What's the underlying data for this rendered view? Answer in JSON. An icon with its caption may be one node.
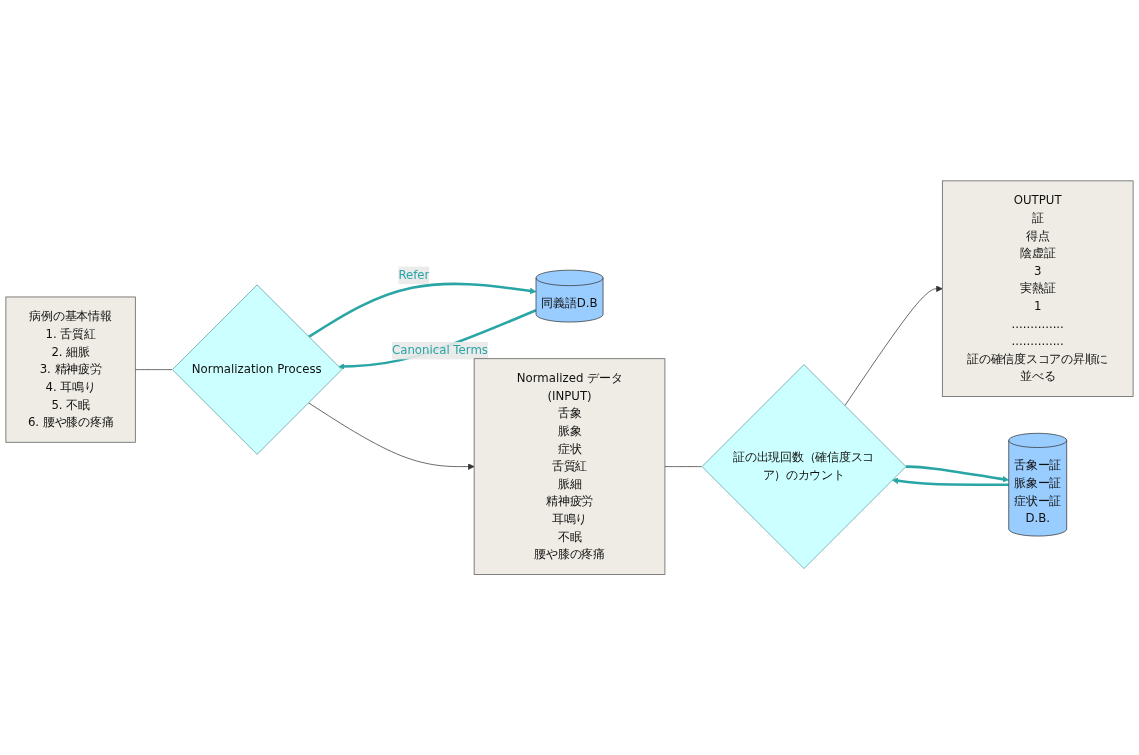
{
  "diagram": {
    "nodes": [
      {
        "text": [
          "病例の基本情報",
          "1. 舌質紅",
          "2. 細脈",
          "3. 精神疲労",
          "4. 耳鳴り",
          "5. 不眠",
          "6. 腰や膝の疼痛"
        ]
      },
      {
        "text": [
          "Normalization Process"
        ]
      },
      {
        "text": [
          "同義語D.B"
        ]
      },
      {
        "text": [
          "Normalized データ(INPUT)",
          "舌象",
          "脈象",
          "症状",
          "舌質紅",
          "脈細",
          "精神疲労",
          "耳鳴り",
          "不眠",
          "腰や膝の疼痛"
        ]
      },
      {
        "text": [
          "証の出現回数（確信度スコア）のカウント"
        ]
      },
      {
        "text": [
          "舌象ー証",
          "脈象ー証",
          "症状ー証",
          "D.B."
        ]
      },
      {
        "text": [
          "OUTPUT",
          "証",
          "得点",
          "陰虚証",
          "3",
          "実熱証",
          "1",
          "..............",
          "..............",
          "証の確信度スコアの昇順に並べる"
        ]
      }
    ],
    "edges": [
      {
        "from": 0,
        "to": 1,
        "arrow": "none"
      },
      {
        "from": 1,
        "to": 3,
        "arrow": "to"
      },
      {
        "from": 1,
        "to": 2,
        "arrow": "to",
        "label": "Refer",
        "style": "thick",
        "color": "#2aa5a5"
      },
      {
        "from": 2,
        "to": 1,
        "arrow": "to",
        "label": "Canonical Terms",
        "style": "thick",
        "color": "#2aa5a5"
      },
      {
        "from": 3,
        "to": 4,
        "arrow": "none"
      },
      {
        "from": 4,
        "to": 6,
        "arrow": "to"
      },
      {
        "from": 4,
        "to": 5,
        "arrow": "to",
        "style": "thick",
        "color": "#2aa5a5"
      },
      {
        "from": 5,
        "to": 4,
        "arrow": "to",
        "style": "thick",
        "color": "#2aa5a5"
      }
    ]
  }
}
